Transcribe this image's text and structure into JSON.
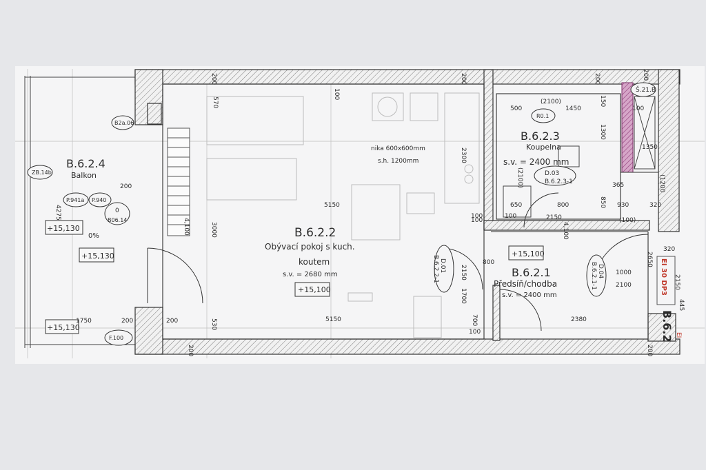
{
  "rooms": {
    "balcony": {
      "code": "B.6.2.4",
      "name": "Balkon"
    },
    "living": {
      "code": "B.6.2.2",
      "name_line1": "Obývací pokoj s kuch.",
      "name_line2": "koutem",
      "height": "s.v. = 2680 mm",
      "level": "+15,100"
    },
    "bathroom": {
      "code": "B.6.2.3",
      "name": "Koupelna",
      "height": "s.v. = 2400 mm"
    },
    "hall": {
      "code": "B.6.2.1",
      "name": "Předsíň/chodba",
      "height": "s.v. = 2400 mm",
      "level": "+15,100"
    }
  },
  "levels": {
    "balcony_top": "+15,130",
    "balcony_mid": "+15,130",
    "balcony_bottom": "+15,130",
    "slope": "0%"
  },
  "tags": {
    "b2a06": "B2a.06",
    "zb14b": "ZB.14b",
    "p941a": "P.941a",
    "p940": "P.940",
    "zero": "0",
    "b0614": "B06.14",
    "f100": "F.100",
    "r01": "R0.1",
    "s21b": "Š.21.B"
  },
  "doors": {
    "d01": "D.01",
    "d01_id": "B.6.2.2-1",
    "d03": "D.03",
    "d03_id": "B.6.2.3-1",
    "d04": "D.04",
    "d04_id": "B.6.2.1-1"
  },
  "notes": {
    "niche": "nika 600x600mm",
    "niche_height": "s.h. 1200mm"
  },
  "fire": {
    "rating": "EI 30 DP3",
    "tag": "EI"
  },
  "block": "B.6.2",
  "dims": {
    "d200_top_a": "200",
    "d200_top_b": "200",
    "d200_top_c": "200",
    "d200_top_d": "200",
    "d570": "570",
    "d100_top": "100",
    "d2100_bath": "(2100)",
    "d500": "500",
    "d1450": "1450",
    "d150": "150",
    "d1300": "1300",
    "d100_bath": "100",
    "d2300": "2300",
    "d1350": "1350",
    "d2100_side": "(2100)",
    "d1200": "(1200",
    "d365": "365",
    "d850": "850",
    "d650": "650",
    "d800_bath": "800",
    "d930": "930",
    "d320_a": "320",
    "d100_b1": "100",
    "d100_b2": "100",
    "d2150_b": "2150",
    "d4100_b": "4,100",
    "d100_c": "(100)",
    "d4100": "4,100",
    "d200_bal": "200",
    "d4275": "4275",
    "d3000": "3000",
    "d5150_mid": "5150",
    "d100_mid": "100",
    "d2650": "2650",
    "d320_b": "320",
    "d800_hall": "800",
    "d2150_hall": "2150",
    "d1700": "1700",
    "d1000": "1000",
    "d2100_hall": "2100",
    "d2150_r": "2150",
    "d445": "445",
    "d1750": "1750",
    "d200_bot_a": "200",
    "d200_bot_b": "200",
    "d530": "530",
    "d5150_bot": "5150",
    "d700": "700",
    "d100_bot": "100",
    "d2380": "2380",
    "d200_bot_c": "200",
    "d200_bot_d": "200"
  }
}
